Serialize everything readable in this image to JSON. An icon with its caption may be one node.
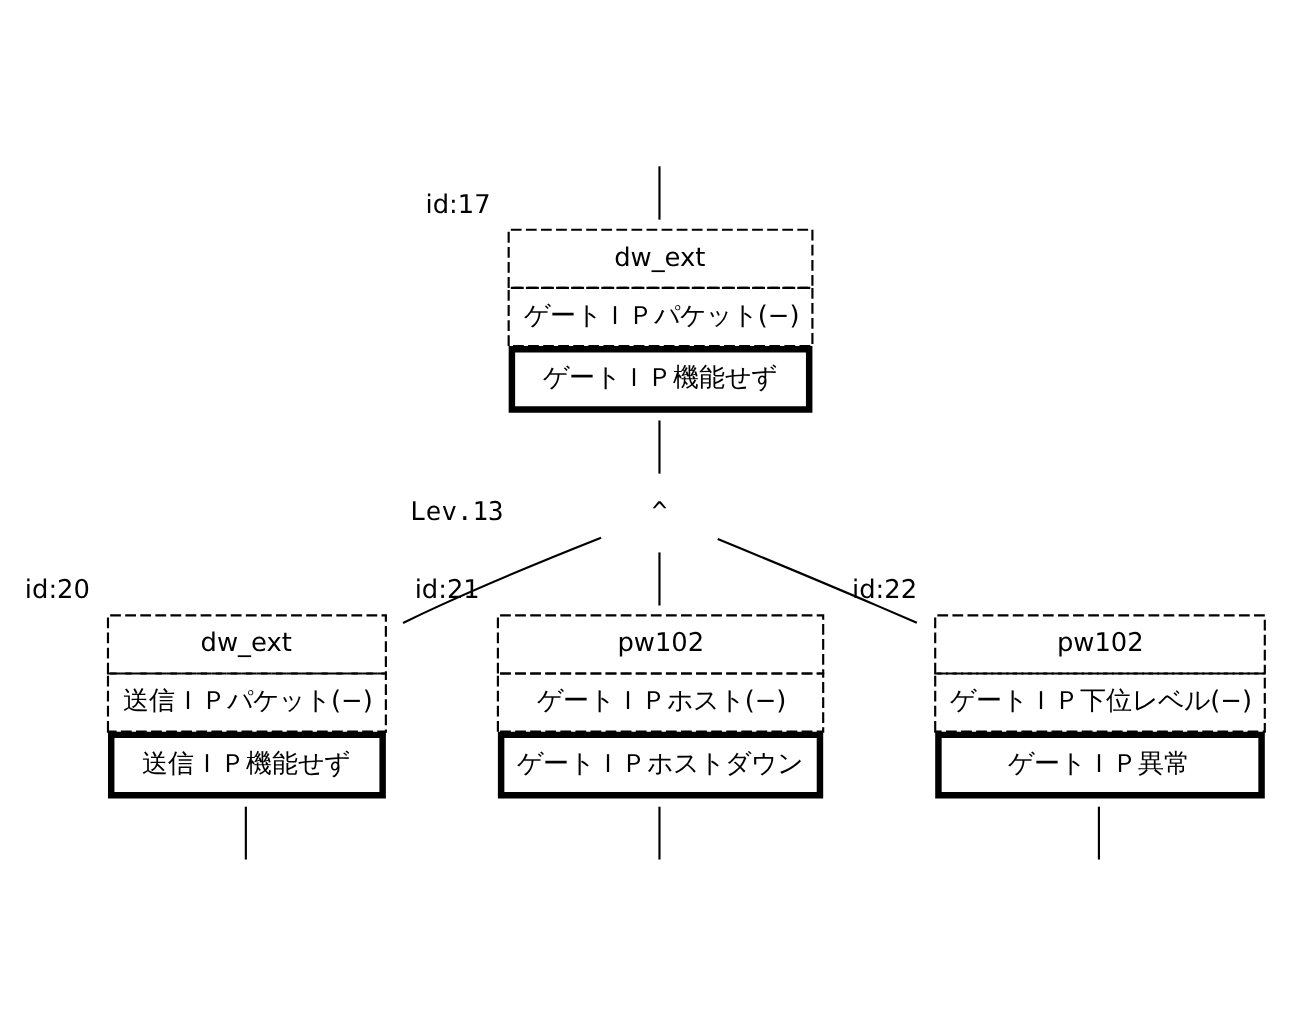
{
  "diagram": {
    "nodes": [
      {
        "text": [
          "dw_ext",
          "ゲートＩＰパケット(−)",
          "ゲートＩＰ機能せず"
        ],
        "beside": [
          "id:17"
        ]
      },
      {
        "text": [
          "^"
        ]
      },
      {
        "text": [
          "dw_ext",
          "送信ＩＰパケット(−)",
          "送信ＩＰ機能せず"
        ],
        "beside": [
          "id:20"
        ]
      },
      {
        "text": [
          "pw102",
          "ゲートＩＰホスト(−)",
          "ゲートＩＰホストダウン"
        ],
        "beside": [
          "id:21"
        ]
      },
      {
        "text": [
          "pw102",
          "ゲートＩＰ下位レベル(−)",
          "ゲートＩＰ異常"
        ],
        "beside": [
          "id:22"
        ]
      }
    ],
    "edges": [
      {
        "from": null,
        "to": 0,
        "arrow": "none"
      },
      {
        "from": 0,
        "to": 1,
        "arrow": "none"
      },
      {
        "from": 1,
        "to": 2,
        "arrow": "none"
      },
      {
        "from": 1,
        "to": 3,
        "arrow": "none"
      },
      {
        "from": 1,
        "to": 4,
        "arrow": "none"
      },
      {
        "from": 2,
        "to": null,
        "arrow": "none"
      },
      {
        "from": 3,
        "to": null,
        "arrow": "none"
      },
      {
        "from": 4,
        "to": null,
        "arrow": "none"
      }
    ],
    "labels": [
      "Lev.13"
    ]
  }
}
